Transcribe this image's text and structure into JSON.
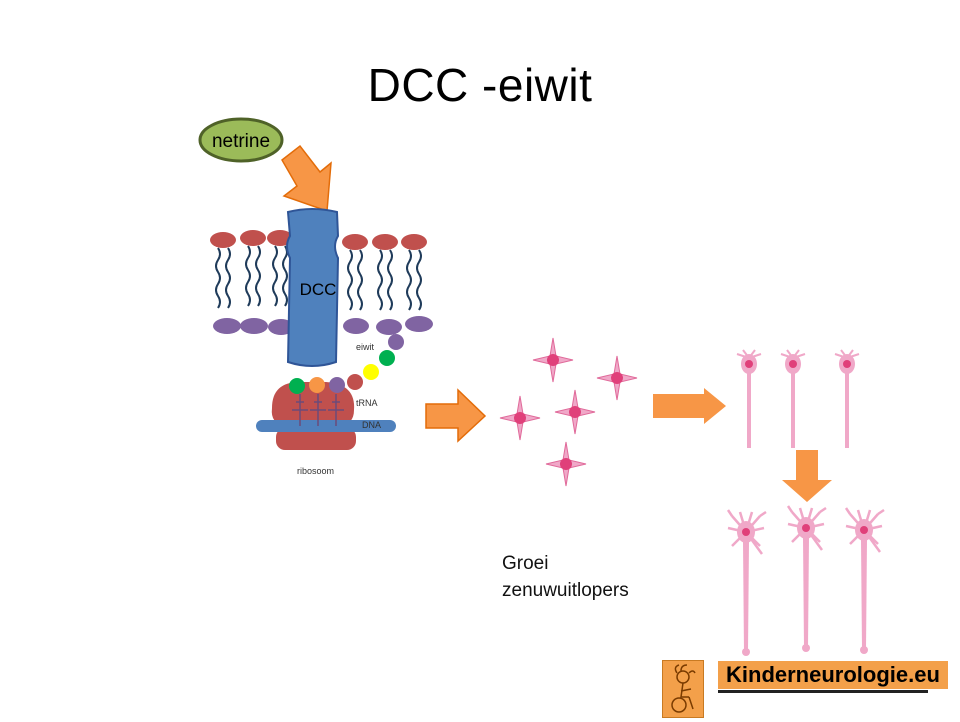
{
  "title": "DCC -eiwit",
  "labels": {
    "netrine": "netrine",
    "dcc": "DCC",
    "eiwit": "eiwit",
    "trna": "tRNA",
    "dna": "DNA",
    "ribosoom": "ribosoom"
  },
  "caption": {
    "line1": "Groei",
    "line2": "zenuwuitlopers"
  },
  "logo": {
    "text": "Kinderneurologie.eu"
  },
  "colors": {
    "netrine_fill": "#9bbb59",
    "netrine_stroke": "#4f6228",
    "arrow": "#f79646",
    "receptor": "#4f81bd",
    "lipid_head_top": "#c0504d",
    "lipid_head_bottom": "#8064a2",
    "ribosome": "#c0504d",
    "dna": "#4f81bd",
    "neuron": "#e87aa8",
    "logo_bg": "#f3a04a"
  },
  "amino_acid_colors": [
    "#00b050",
    "#f79646",
    "#8064a2",
    "#c0504d",
    "#ffff00",
    "#00b050",
    "#8064a2"
  ]
}
